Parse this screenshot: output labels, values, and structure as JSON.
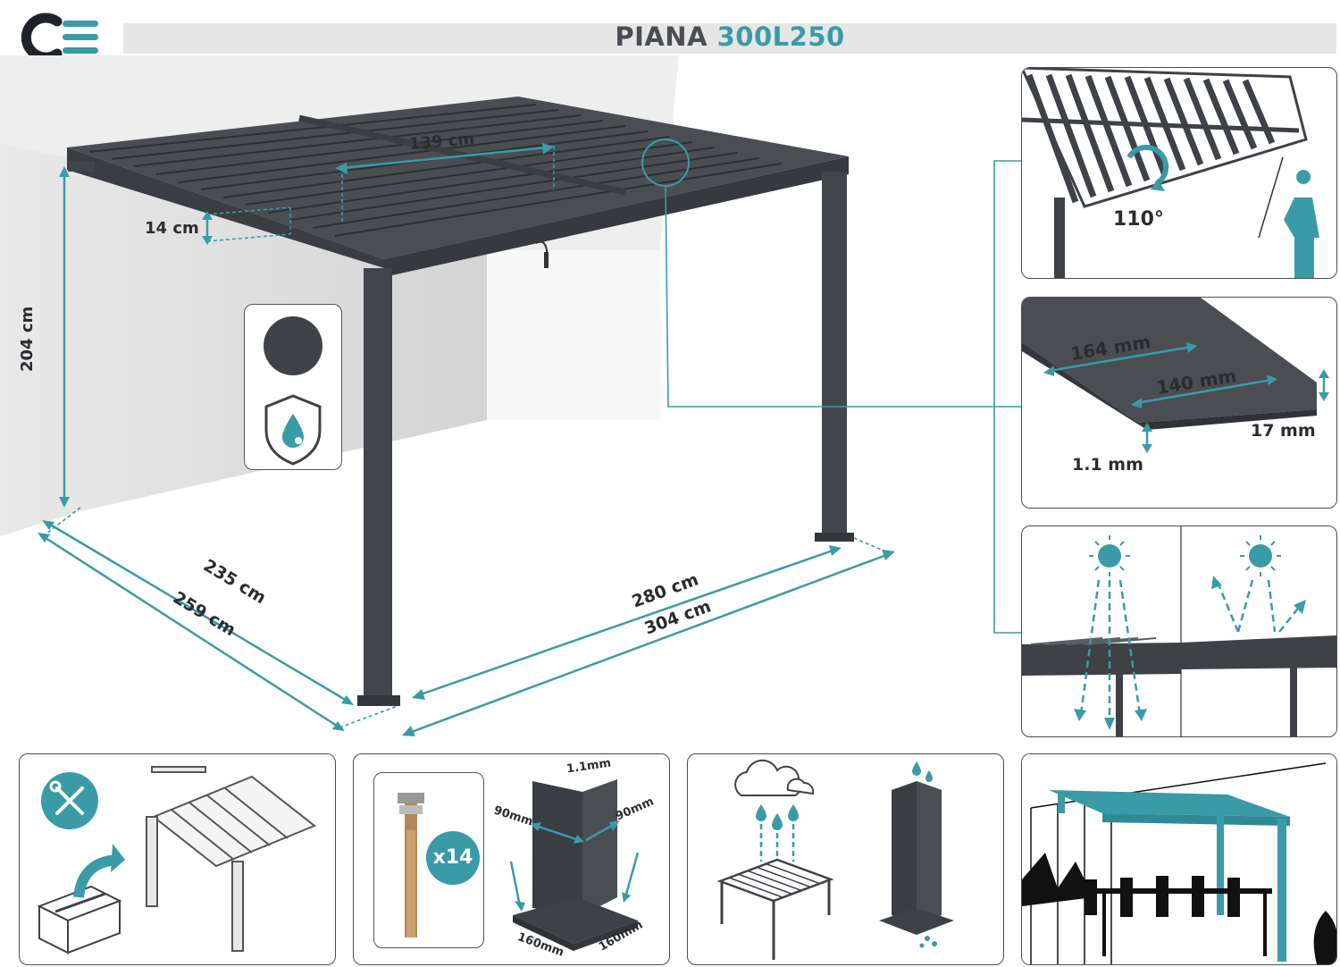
{
  "brand": {
    "logo_letters": "CE"
  },
  "header": {
    "name": "PIANA",
    "model": "300L250"
  },
  "colors": {
    "accent": "#3a9ba6",
    "frame": "#3e4247",
    "text": "#2a2c30",
    "wall": "#e6e6e6"
  },
  "main": {
    "dims": {
      "louver_width": "139 cm",
      "beam_height": "14 cm",
      "clear_height": "204 cm",
      "depth_inner": "235 cm",
      "depth_outer": "259 cm",
      "width_inner": "280 cm",
      "width_outer": "304 cm"
    },
    "badges": [
      "color-swatch-icon",
      "waterproof-shield-icon"
    ]
  },
  "tilt_panel": {
    "angle": "110°"
  },
  "profile_panel": {
    "width_total": "164 mm",
    "width_inner": "140 mm",
    "height": "17 mm",
    "thickness": "1.1 mm"
  },
  "sun_panel": {
    "icons": [
      "sun-icon",
      "sun-icon"
    ]
  },
  "features": {
    "assembly": {
      "icons": [
        "tools-icon",
        "box-arrow-icon"
      ]
    },
    "anchors": {
      "count": "x14",
      "post_thickness": "1.1mm",
      "post_side_a": "90mm",
      "post_side_b": "90mm",
      "base_a": "160mm",
      "base_b": "160mm"
    },
    "drainage": {
      "icons": [
        "cloud-icon",
        "water-drop-icon"
      ]
    },
    "ambiance": {
      "icons": [
        "pergola-scene-icon"
      ]
    }
  }
}
